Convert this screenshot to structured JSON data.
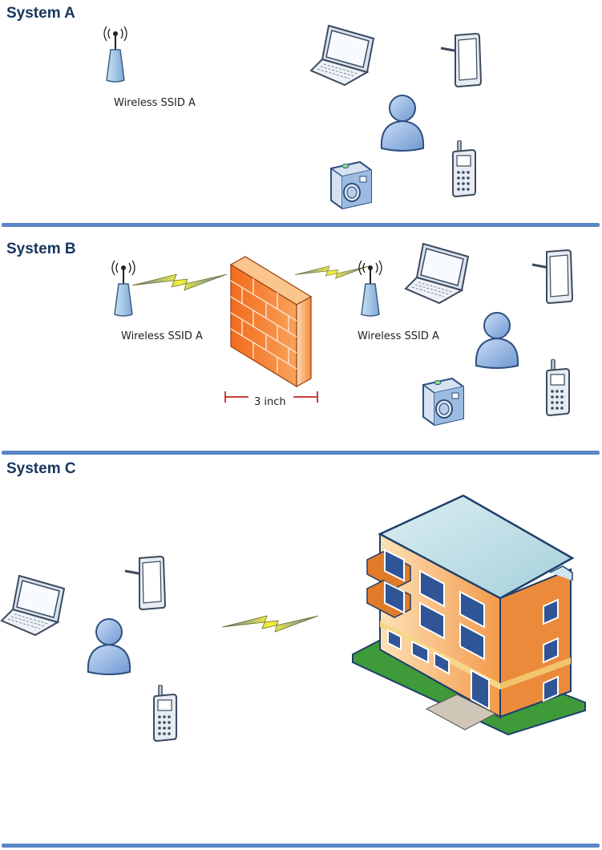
{
  "sections": [
    {
      "title": "System A",
      "ap_labels": [
        "Wireless SSID A"
      ]
    },
    {
      "title": "System B",
      "ap_labels": [
        "Wireless SSID A",
        "Wireless SSID A"
      ],
      "wall_dimension": "3 inch"
    },
    {
      "title": "System C"
    }
  ],
  "icons": {
    "access_point": "wireless-access-point-icon",
    "laptop": "laptop-icon",
    "tablet": "tablet-icon",
    "user": "user-icon",
    "camera": "camera-icon",
    "phone": "cell-phone-icon",
    "firewall": "firewall-icon",
    "signal": "lightning-signal-icon",
    "building": "building-icon"
  },
  "colors": {
    "title": "#17365d",
    "divider": "#5b86c8",
    "device_fill": "#8fb4e3",
    "device_stroke": "#2f4f7f",
    "firewall": "#f07c2a",
    "signal": "#f2ea2e",
    "dimension_line": "#c00000"
  }
}
